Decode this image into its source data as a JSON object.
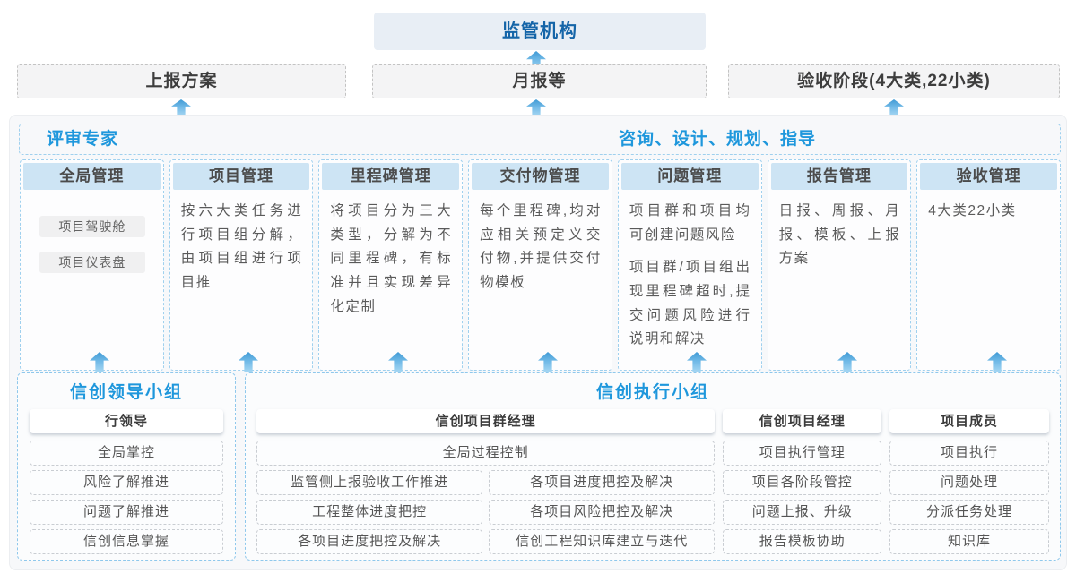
{
  "colors": {
    "accent_blue": "#1e97dc",
    "regulator_blue": "#1565a8",
    "header_strip": "#cde4f4",
    "dashed_blue": "#9fd0ee",
    "arrow_blue": "#3f9ad5"
  },
  "top": {
    "regulator": "监管机构",
    "channels": [
      {
        "label": "上报方案"
      },
      {
        "label": "月报等"
      },
      {
        "label": "验收阶段(4大类,22小类)"
      }
    ]
  },
  "platform": {
    "left_title": "评审专家",
    "right_title": "咨询、设计、规划、指导",
    "columns": [
      {
        "title": "全局管理",
        "chips": [
          "项目驾驶舱",
          "项目仪表盘"
        ]
      },
      {
        "title": "项目管理",
        "paragraphs": [
          "按六大类任务进行项目组分解，由项目组进行项目推"
        ]
      },
      {
        "title": "里程碑管理",
        "paragraphs": [
          "将项目分为三大类型，分解为不同里程碑，有标准并且实现差异化定制"
        ]
      },
      {
        "title": "交付物管理",
        "paragraphs": [
          "每个里程碑,均对应相关预定义交付物,并提供交付物模板"
        ]
      },
      {
        "title": "问题管理",
        "paragraphs": [
          "项目群和项目均可创建问题风险",
          "项目群/项目组出现里程碑超时,提交问题风险进行说明和解决"
        ]
      },
      {
        "title": "报告管理",
        "paragraphs": [
          "日报、周报、月报、模板、上报方案"
        ]
      },
      {
        "title": "验收管理",
        "paragraphs": [
          "4大类22小类"
        ]
      }
    ]
  },
  "groups": {
    "leader": {
      "title": "信创领导小组",
      "role": "行领导",
      "items": [
        "全局掌控",
        "风险了解推进",
        "问题了解推进",
        "信创信息掌握"
      ]
    },
    "executor": {
      "title": "信创执行小组",
      "pgm": {
        "role": "信创项目群经理",
        "row1": "全局过程控制",
        "rows": [
          [
            "监管侧上报验收工作推进",
            "各项目进度把控及解决"
          ],
          [
            "工程整体进度把控",
            "各项目风险把控及解决"
          ],
          [
            "各项目进度把控及解决",
            "信创工程知识库建立与迭代"
          ]
        ]
      },
      "pm": {
        "role": "信创项目经理",
        "items": [
          "项目执行管理",
          "项目各阶段管控",
          "问题上报、升级",
          "报告模板协助"
        ]
      },
      "member": {
        "role": "项目成员",
        "items": [
          "项目执行",
          "问题处理",
          "分派任务处理",
          "知识库"
        ]
      }
    }
  }
}
